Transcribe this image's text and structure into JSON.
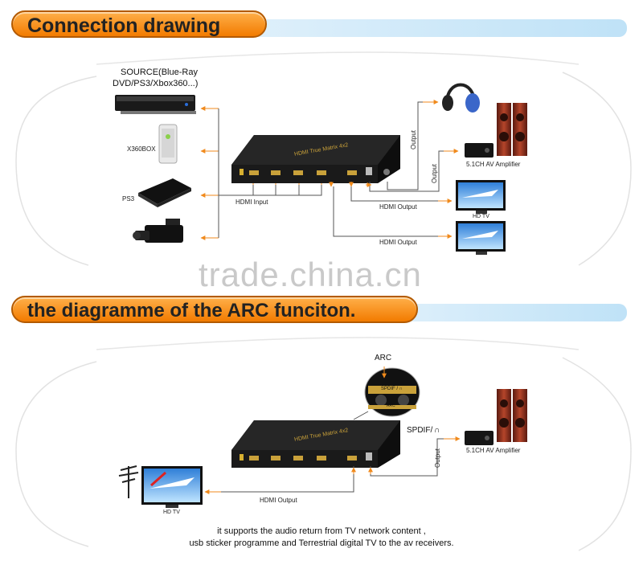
{
  "section1": {
    "title": "Connection drawing",
    "source_label_line1": "SOURCE(Blue-Ray",
    "source_label_line2": "DVD/PS3/Xbox360...)",
    "xbox_label": "X360BOX",
    "ps3_label": "PS3",
    "hdmi_input_label": "HDMI Input",
    "hdmi_output_label_1": "HDMI Output",
    "hdmi_output_label_2": "HDMI Output",
    "output_label_1": "Output",
    "output_label_2": "Output",
    "amplifier_label": "5.1CH AV Amplifier",
    "tv_label": "HD TV",
    "device_label": "HDMI True Matrix 4x2"
  },
  "watermark": "trade.china.cn",
  "section2": {
    "title": "the diagramme of the ARC funciton.",
    "arc_label": "ARC",
    "spdif_label": "SPDIF/",
    "spdif_mini": "SPDIF / ∩",
    "arc_mini": "ARC",
    "hdmi_output_label": "HDMI Output",
    "output_label": "Output",
    "amplifier_label": "5.1CH AV Amplifier",
    "tv_label": "HD TV",
    "caption_line1": "it supports the audio return from TV network content  ,",
    "caption_line2": "usb sticker programme and Terrestrial digital TV to the av receivers."
  },
  "colors": {
    "banner": "#f27b00",
    "arrow": "#f08a1c",
    "line": "#555555"
  }
}
